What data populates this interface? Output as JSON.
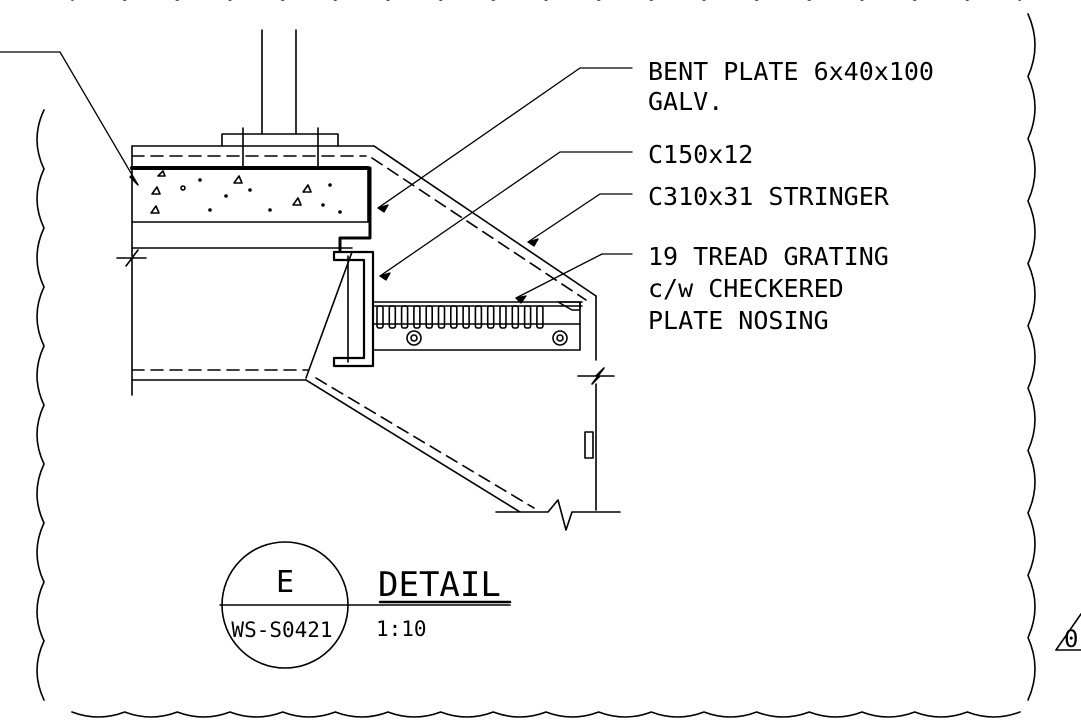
{
  "callouts": {
    "bent_plate_line1": "BENT PLATE 6x40x100",
    "bent_plate_line2": "GALV.",
    "channel": "C150x12",
    "stringer": "C310x31 STRINGER",
    "grating_line1": "19 TREAD GRATING",
    "grating_line2": "c/w CHECKERED",
    "grating_line3": "PLATE NOSING"
  },
  "detail_title": {
    "marker_letter": "E",
    "sheet_ref": "WS-S0421",
    "title": "DETAIL",
    "scale": "1:10"
  },
  "revision_tag": {
    "text": "0"
  }
}
